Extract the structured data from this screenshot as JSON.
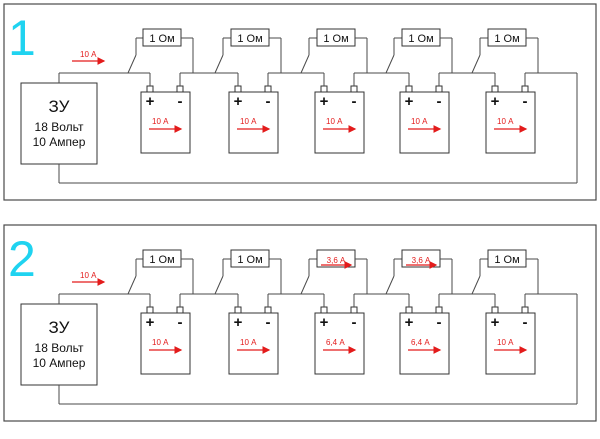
{
  "panels": [
    {
      "number": "1",
      "charger": {
        "line1": "ЗУ",
        "line2": "18 Вольт",
        "line3": "10 Ампер"
      },
      "input_current": "10 А",
      "resistors": [
        "1 Ом",
        "1 Ом",
        "1 Ом",
        "1 Ом",
        "1 Ом"
      ],
      "battery_plus": "+",
      "battery_minus": "-",
      "battery_currents": [
        "10 А",
        "10 А",
        "10 А",
        "10 А",
        "10 А"
      ]
    },
    {
      "number": "2",
      "charger": {
        "line1": "ЗУ",
        "line2": "18 Вольт",
        "line3": "10 Ампер"
      },
      "input_current": "10 А",
      "resistors": [
        "1 Ом",
        "1 Ом",
        "3,6 А",
        "3,6 А",
        "1 Ом"
      ],
      "battery_plus": "+",
      "battery_minus": "-",
      "battery_currents": [
        "10 А",
        "10 А",
        "6,4 А",
        "6,4 А",
        "10 А"
      ]
    }
  ],
  "colors": {
    "panel_number": "#1fd3f0",
    "current": "#e31b1b",
    "wire": "#4a4a4a"
  }
}
